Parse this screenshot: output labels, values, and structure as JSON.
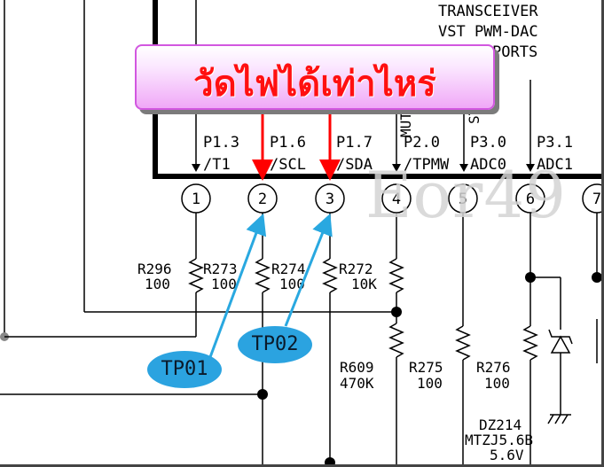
{
  "chip": {
    "labels": [
      "TRANSCEIVER",
      "VST PWM-DAC",
      "PORTS"
    ],
    "pins": [
      {
        "number": "1",
        "name_top": "P1.3",
        "name_bottom": "/T1"
      },
      {
        "number": "2",
        "name_top": "P1.6",
        "name_bottom": "/SCL"
      },
      {
        "number": "3",
        "name_top": "P1.7",
        "name_bottom": "/SDA"
      },
      {
        "number": "4",
        "name_top": "P2.0",
        "name_bottom": "/TPMW"
      },
      {
        "number": "5",
        "name_top": "P3.0",
        "name_bottom": "ADC0"
      },
      {
        "number": "6",
        "name_top": "P3.1",
        "name_bottom": "ADC1"
      },
      {
        "number": "7",
        "name_top": "",
        "name_bottom": ""
      }
    ],
    "side_label_mut": "MUT",
    "side_label_st": "ST"
  },
  "resistors_upper": [
    {
      "ref": "R296",
      "value": "100"
    },
    {
      "ref": "R273",
      "value": "100"
    },
    {
      "ref": "R274",
      "value": "100"
    },
    {
      "ref": "R272",
      "value": "10K"
    }
  ],
  "resistors_lower": [
    {
      "ref": "R609",
      "value": "470K"
    },
    {
      "ref": "R275",
      "value": "100"
    },
    {
      "ref": "R276",
      "value": "100"
    }
  ],
  "zener": {
    "ref": "DZ214",
    "part": "MTZJ5.6B",
    "voltage": "5.6V"
  },
  "banner": {
    "text": "วัดไฟได้เท่าไหร่"
  },
  "test_points": [
    "TP01",
    "TP02"
  ],
  "watermark": "Eor49",
  "colors": {
    "banner_text": "#ff1010",
    "arrow_red": "#ff0000",
    "arrow_blue": "#29a8e0",
    "tp_fill": "#2ba3e0"
  }
}
